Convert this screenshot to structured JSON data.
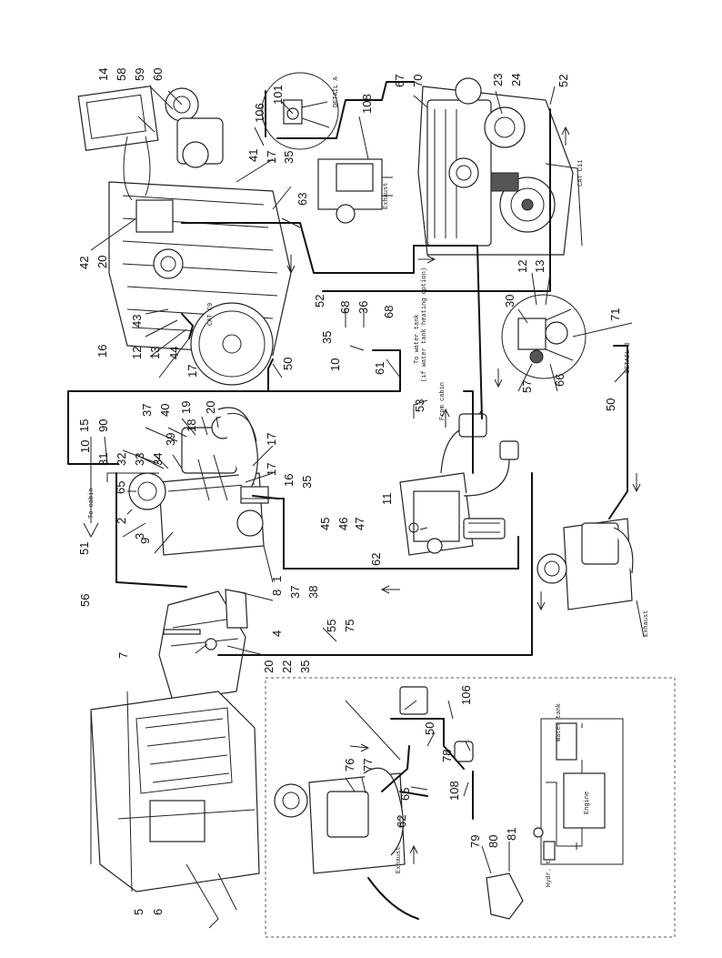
{
  "callouts": {
    "c14": "14",
    "c58": "58",
    "c59": "59",
    "c60": "60",
    "c101": "101",
    "c108a": "108",
    "c67": "67",
    "c70": "70",
    "c23": "23",
    "c24": "24",
    "c52a": "52",
    "c106a": "106",
    "c41": "41",
    "c17a": "17",
    "c35a": "35",
    "c63": "63",
    "c42": "42",
    "c20a": "20",
    "c52b": "52",
    "c12a": "12",
    "c13a": "13",
    "c30": "30",
    "c68a": "68",
    "c36": "36",
    "c68b": "68",
    "c35b": "35",
    "c43": "43",
    "c16a": "16",
    "c12b": "12",
    "c13b": "13",
    "c44": "44",
    "c17b": "17",
    "c50a": "50",
    "c10a": "10",
    "c61": "61",
    "c71": "71",
    "c57": "57",
    "c66": "66",
    "c50b": "50",
    "c53": "53",
    "c37a": "37",
    "c40": "40",
    "c19": "19",
    "c20b": "20",
    "c15": "15",
    "c90": "90",
    "c18": "18",
    "c10b": "10",
    "c39": "39",
    "c31": "31",
    "c32": "32",
    "c33": "33",
    "c34": "34",
    "c17c": "17",
    "c65a": "65",
    "c17d": "17",
    "c16b": "16",
    "c35c": "35",
    "c11": "11",
    "c51": "51",
    "c2": "2",
    "c3": "3",
    "c9": "9",
    "c45": "45",
    "c46": "46",
    "c47": "47",
    "c1": "1",
    "c62a": "62",
    "c8": "8",
    "c37b": "37",
    "c38": "38",
    "c56": "56",
    "c4": "4",
    "c55": "55",
    "c75": "75",
    "c7": "7",
    "c20c": "20",
    "c22": "22",
    "c35d": "35",
    "c106b": "106",
    "c50c": "50",
    "c76": "76",
    "c77": "77",
    "c78": "78",
    "c65b": "65",
    "c108b": "108",
    "c62b": "62",
    "c79": "79",
    "c80": "80",
    "c81": "81",
    "c5": "5",
    "c6": "6"
  },
  "notes": {
    "detail_a": "DETAIL A",
    "detail_b": "DETAIL B",
    "exhaust_1": "Exhaust",
    "exhaust_2": "Exhaust",
    "exhaust_3": "Exhaust",
    "to_cabin": "To cabin",
    "from_cabin": "From cabin",
    "to_water_tank": "To water tank",
    "heating_option": "(if water tank heating option)",
    "cat_c9": "CAT C9",
    "cat_c11": "CAT C11",
    "engine": "Engine",
    "water_tank": "Water tank",
    "hydr_tank": "Hydr. tank"
  }
}
